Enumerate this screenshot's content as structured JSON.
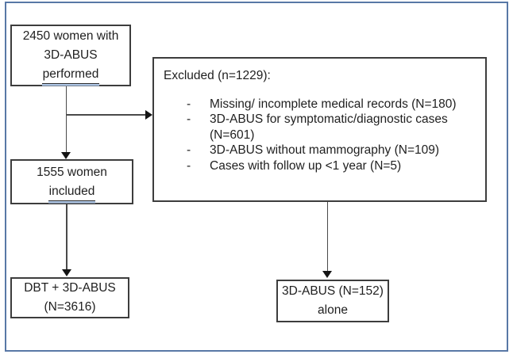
{
  "diagram": {
    "boxes": {
      "performed": {
        "line1": "2450 women with",
        "line2": "3D-ABUS",
        "line3": "performed"
      },
      "excluded": {
        "title": "Excluded (n=1229):",
        "bullet": "-",
        "items": [
          {
            "text": "Missing/ incomplete medical records (N=180)"
          },
          {
            "text": "3D-ABUS for symptomatic/diagnostic cases (N=601)"
          },
          {
            "text": "3D-ABUS without mammography (N=109)"
          },
          {
            "text": "Cases with follow up <1 year (N=5)"
          }
        ]
      },
      "included": {
        "line1": "1555 women",
        "line2": "included"
      },
      "dbt": {
        "line1": "DBT + 3D-ABUS",
        "line2": "(N=3616)"
      },
      "abus_alone": {
        "line1": "3D-ABUS (N=152)",
        "line2": "alone"
      }
    },
    "colors": {
      "frame_border": "#5878a6",
      "box_border": "#3d3d3d",
      "text": "#1f1f1f",
      "arrow_line": "#4a4a4a",
      "arrow_head": "#141414",
      "underline_accent": "#aec6e6"
    }
  }
}
